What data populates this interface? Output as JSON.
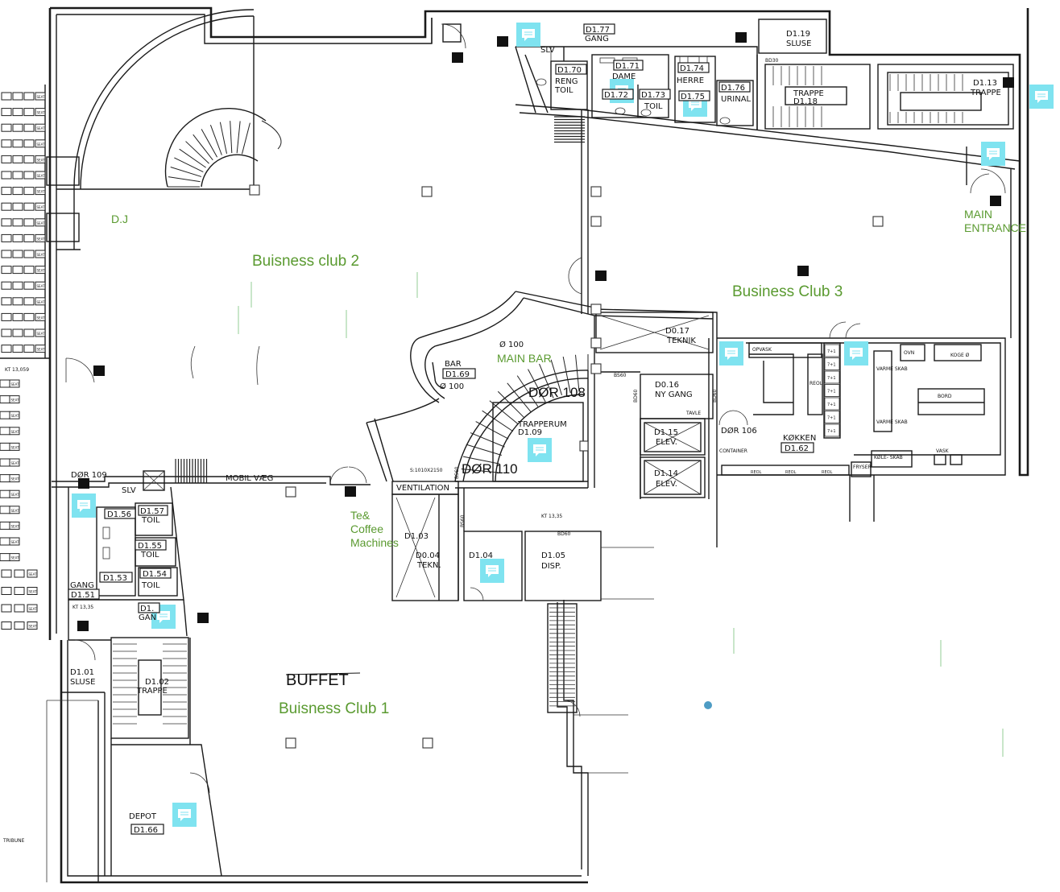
{
  "zones": {
    "business_club_1": "Buisness Club 1",
    "business_club_2": "Buisness club 2",
    "business_club_3": "Business Club 3",
    "main_bar": "MAIN BAR",
    "dj": "D.J",
    "main_entrance_1": "MAIN",
    "main_entrance_2": "ENTRANCE",
    "te_1": "Te&",
    "te_2": "Coffee",
    "te_3": "Machines",
    "buffet": "BUFFET"
  },
  "rooms": {
    "d1_19": "D1.19",
    "sluse_top": "SLUSE",
    "d1_77": "D1.77",
    "gang_top": "GANG",
    "slv_top": "SLV",
    "d1_70": "D1.70",
    "reng": "RENG",
    "toil_reng": "TOIL",
    "d1_71": "D1.71",
    "dame": "DAME",
    "d1_72": "D1.72",
    "d1_73": "D1.73",
    "toil_73": "TOIL",
    "d1_74": "D1.74",
    "herre": "HERRE",
    "d1_75": "D1.75",
    "d1_76": "D1.76",
    "urinal": "URINAL",
    "bd30": "BD30",
    "trappe_118": "TRAPPE",
    "d1_18": "D1.18",
    "d1_13": "D1.13",
    "trappe_113": "TRAPPE",
    "d0_17": "D0.17",
    "teknik": "TEKNIK",
    "bs60_a": "BS60",
    "d0_16": "D0.16",
    "ny_gang": "NY GANG",
    "bd60_a": "BD60",
    "bd60_b": "BD60",
    "tavle": "TAVLE",
    "dor_106": "DØR 106",
    "kokken": "KØKKEN",
    "d1_62": "D1.62",
    "d1_15": "D1.15",
    "elev_15": "ELEV.",
    "d1_14": "D1.14",
    "elev_14": "ELEV.",
    "bar": "BAR",
    "d1_69": "D1.69",
    "dia_100_a": "Ø 100",
    "dia_100_b": "Ø 100",
    "dor_108": "DØR 108",
    "trapperum": "TRAPPERUM",
    "d1_09": "D1.09",
    "dor_110": "DØR 110",
    "s_1010": "S:1010X2150",
    "bs60_b": "BS60",
    "ventilation": "VENTILATION",
    "kt_1335_mid": "KT 13,35",
    "bs60_c": "BS60",
    "bd60_c": "BD60",
    "d1_03": "D1.03",
    "d0_04": "D0.04",
    "tekn": "TEKN.",
    "d1_04": "D1.04",
    "d1_05": "D1.05",
    "disp": "DISP.",
    "mobil": "MOBIL VÆG",
    "dor_109": "DØR 109",
    "slv_left": "SLV",
    "d1_56": "D1.56",
    "d1_57": "D1.57",
    "toil_57": "TOIL",
    "d1_55": "D1.55",
    "toil_55": "TOIL",
    "d1_53": "D1.53",
    "d1_54": "D1.54",
    "toil_54": "TOIL",
    "gang_left": "GANG",
    "d1_51": "D1.51",
    "kt_1335_left": "KT 13,35",
    "d1_5x": "D1.",
    "gang_5x": "GAN",
    "kt_13059": "KT 13,059",
    "d1_01": "D1.01",
    "sluse_left": "SLUSE",
    "d1_02": "D1.02",
    "trappe_102": "TRAPPE",
    "depot": "DEPOT",
    "d1_66": "D1.66",
    "tribune": "TRIBUNE",
    "opvask": "OPVASK",
    "reol": "REOL",
    "ovn": "OVN",
    "kogeo": "KOGE Ø",
    "varme1": "VARME SKAB",
    "varme2": "VARME SKAB",
    "bord": "BORD",
    "kole": "KØLE- SKAB",
    "vask": "VASK",
    "fryser": "FRYSER",
    "container": "CONTAINER",
    "seat": "SEAT"
  },
  "colors": {
    "accent_green": "#5a9a30",
    "comment_cyan": "#7fe3f0",
    "wall": "#1a1a1a"
  },
  "icons": {
    "comment": "speech-bubble-icon",
    "marker": "black-square-marker"
  }
}
